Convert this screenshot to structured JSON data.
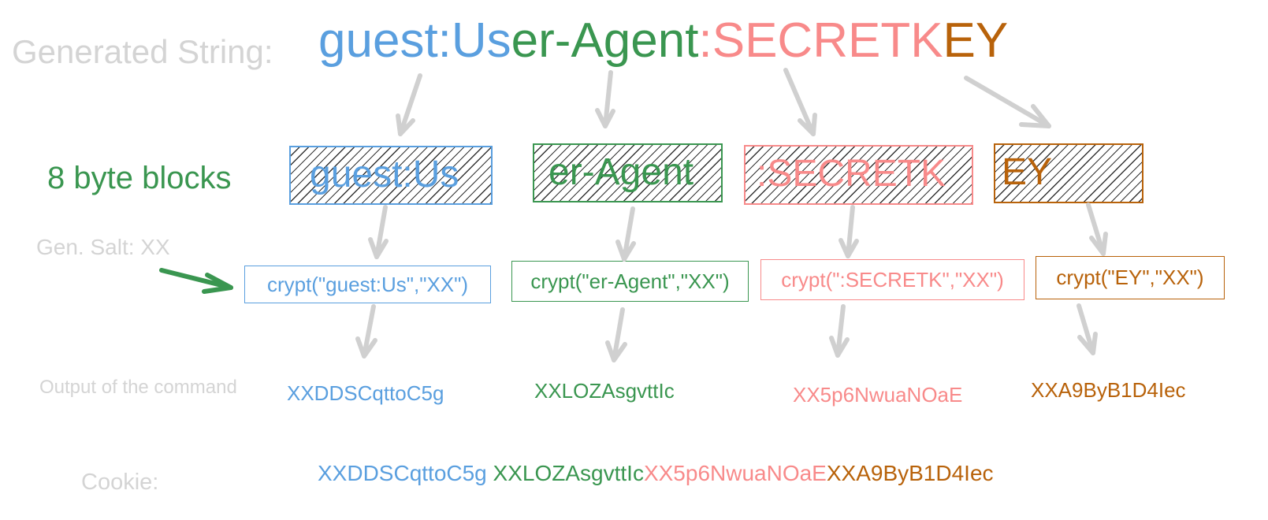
{
  "labels": {
    "generated_string": "Generated String:",
    "byte_blocks": "8 byte blocks",
    "gen_salt": "Gen. Salt: XX",
    "output_of_command": "Output of the command",
    "cookie": "Cookie:"
  },
  "generated_string_parts": [
    "guest:Us",
    "er-Agent",
    ":SECRETK",
    "EY"
  ],
  "blocks": [
    "guest:Us",
    "er-Agent",
    ":SECRETK",
    "EY"
  ],
  "crypt_calls": [
    "crypt(\"guest:Us\",\"XX\")",
    "crypt(\"er-Agent\",\"XX\")",
    "crypt(\":SECRETK\",\"XX\")",
    "crypt(\"EY\",\"XX\")"
  ],
  "outputs": [
    "XXDDSCqttoC5g",
    "XXLOZAsgvttIc",
    "XX5p6NwuaNOaE",
    "XXA9ByB1D4Iec"
  ],
  "cookie_parts": [
    "XXDDSCqttoC5g",
    "XXLOZAsgvttIc",
    "XX5p6NwuaNOaE",
    "XXA9ByB1D4Iec"
  ],
  "colors": {
    "block1": "#5a9fdf",
    "block2": "#3a9650",
    "block3": "#f88a8a",
    "block4": "#b8620a",
    "label_gray": "#d4d4d4",
    "arrow_gray": "#d0d0d0",
    "salt_arrow": "#3a9650"
  }
}
